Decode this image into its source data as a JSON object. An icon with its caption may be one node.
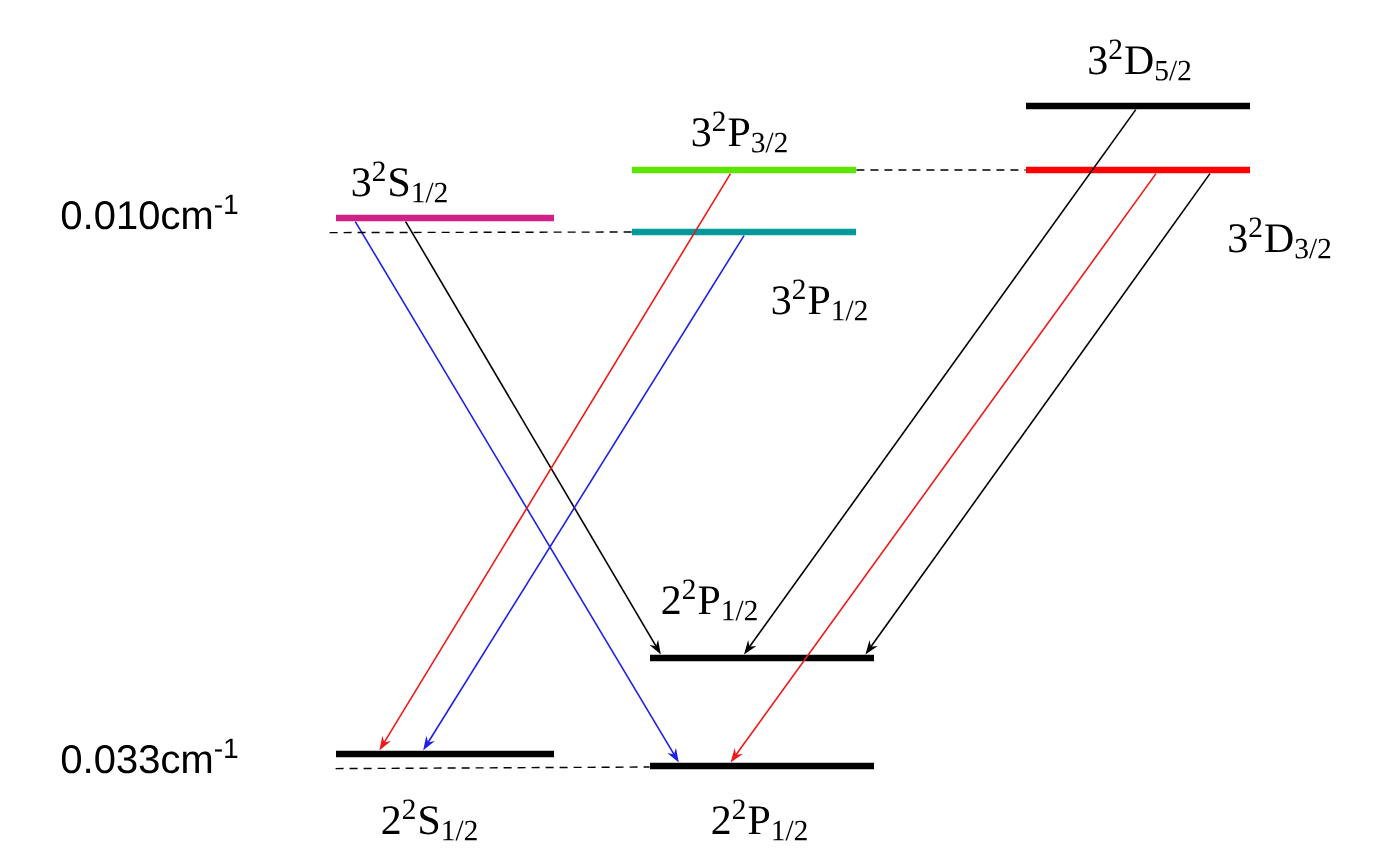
{
  "diagram": {
    "nodes": [
      {
        "text": [
          "3$^{2}$S$_{1/2}$"
        ]
      },
      {
        "text": [
          "3$^{2}$P$_{3/2}$"
        ]
      },
      {
        "text": [
          "3$^{2}$P$_{1/2}$"
        ]
      },
      {
        "text": [
          "3$^{2}$D$_{5/2}$"
        ]
      },
      {
        "text": [
          "3$^{2}$D$_{3/2}$"
        ]
      },
      {
        "text": [
          "2$^{2}$P$_{1/2}$"
        ]
      },
      {
        "text": [
          "2$^{2}$S$_{1/2}$"
        ]
      },
      {
        "text": [
          "2$^{2}$P$_{1/2}$"
        ]
      }
    ],
    "edges": [
      {
        "from": 0,
        "to": 7,
        "arrow": "to",
        "color": "#1f1fe6"
      },
      {
        "from": 0,
        "to": 5,
        "arrow": "to"
      },
      {
        "from": 1,
        "to": 6,
        "arrow": "to",
        "color": "#f01818"
      },
      {
        "from": 2,
        "to": 6,
        "arrow": "to",
        "color": "#1f1fe6"
      },
      {
        "from": 3,
        "to": 5,
        "arrow": "to"
      },
      {
        "from": 4,
        "to": 7,
        "arrow": "to",
        "color": "#f01818"
      },
      {
        "from": 4,
        "to": 5,
        "arrow": "to"
      },
      {
        "from": 0,
        "to": 2,
        "arrow": "none",
        "style": "dashed"
      },
      {
        "from": 1,
        "to": 4,
        "arrow": "none",
        "style": "dashed"
      },
      {
        "from": 6,
        "to": 7,
        "arrow": "none",
        "style": "dashed"
      }
    ],
    "labels": [
      "0.010cm$^{-1}$",
      "0.033cm$^{-1}$"
    ]
  }
}
